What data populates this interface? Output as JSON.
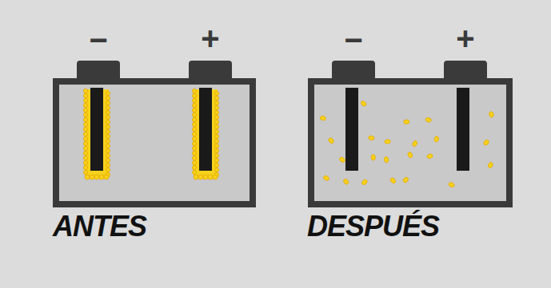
{
  "diagram": {
    "labels": [
      "−",
      "+",
      "ANTES",
      "−",
      "+",
      "DESPUÉS"
    ]
  }
}
